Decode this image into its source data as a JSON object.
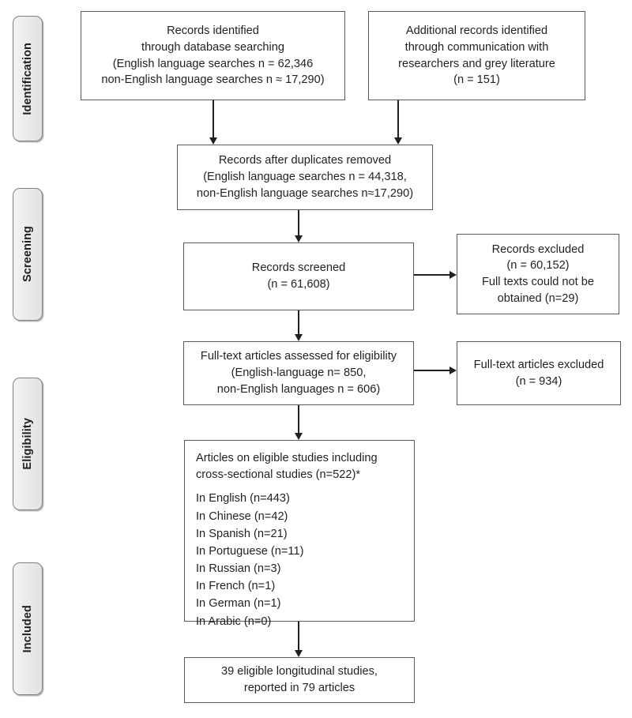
{
  "diagram": {
    "title": "PRISMA flow diagram of study selection",
    "type": "prisma-flow-diagram",
    "colors": {
      "box_border": "#58595b",
      "stage_border": "#808080",
      "stage_fill": "#ebebeb",
      "connector": "#231f20",
      "background": "#ffffff"
    }
  },
  "stages": [
    {
      "id": "identification",
      "label": "Identification"
    },
    {
      "id": "screening",
      "label": "Screening"
    },
    {
      "id": "eligibility",
      "label": "Eligibility"
    },
    {
      "id": "included",
      "label": "Included"
    }
  ],
  "boxes": {
    "records_identified_database": {
      "lines": [
        "Records identified",
        "through database searching",
        "(English language searches n = 62,346",
        "non-English language searches n ≈ 17,290)"
      ]
    },
    "records_identified_additional": {
      "lines": [
        "Additional records identified",
        "through communication with",
        "researchers and grey literature",
        "(n = 151)"
      ]
    },
    "records_after_duplicates": {
      "lines": [
        "Records after duplicates removed",
        "(English language searches n = 44,318,",
        "non-English language searches n≈17,290)"
      ]
    },
    "records_screened": {
      "lines": [
        "Records screened",
        "(n = 61,608)"
      ]
    },
    "records_excluded": {
      "lines": [
        "Records excluded",
        "(n = 60,152)",
        "Full texts could not be",
        "obtained (n=29)"
      ]
    },
    "fulltext_assessed": {
      "lines": [
        "Full-text articles assessed for eligibility",
        "(English-language n= 850,",
        "non-English languages n = 606)"
      ]
    },
    "fulltext_excluded": {
      "lines": [
        "Full-text articles excluded",
        "(n = 934)"
      ]
    },
    "eligible_articles": {
      "heading_lines": [
        "Articles on eligible studies including",
        "cross-sectional studies (n=522)*"
      ],
      "language_breakdown": [
        "In English (n=443)",
        "In Chinese (n=42)",
        "In Spanish (n=21)",
        "In Portuguese (n=11)",
        "In Russian (n=3)",
        "In French (n=1)",
        "In German (n=1)",
        "In Arabic (n=0)"
      ]
    },
    "final_included": {
      "lines": [
        "39 eligible longitudinal studies,",
        "reported in 79 articles"
      ]
    }
  },
  "chart_data": {
    "type": "diagram",
    "title": "PRISMA flow diagram",
    "nodes": [
      {
        "id": "records_identified_database",
        "stage": "Identification",
        "n_english": 62346,
        "n_non_english": 17290
      },
      {
        "id": "records_identified_additional",
        "stage": "Identification",
        "n": 151
      },
      {
        "id": "records_after_duplicates",
        "stage": "Identification",
        "n_english": 44318,
        "n_non_english": 17290
      },
      {
        "id": "records_screened",
        "stage": "Screening",
        "n": 61608
      },
      {
        "id": "records_excluded",
        "stage": "Screening",
        "n": 60152,
        "n_full_text_unobtainable": 29
      },
      {
        "id": "fulltext_assessed",
        "stage": "Eligibility",
        "n_english": 850,
        "n_non_english": 606
      },
      {
        "id": "fulltext_excluded",
        "stage": "Eligibility",
        "n": 934
      },
      {
        "id": "eligible_articles",
        "stage": "Eligibility",
        "n": 522,
        "languages": {
          "English": 443,
          "Chinese": 42,
          "Spanish": 21,
          "Portuguese": 11,
          "Russian": 3,
          "French": 1,
          "German": 1,
          "Arabic": 0
        }
      },
      {
        "id": "final_included",
        "stage": "Included",
        "n_studies": 39,
        "n_articles": 79
      }
    ],
    "edges": [
      {
        "from": "records_identified_database",
        "to": "records_after_duplicates"
      },
      {
        "from": "records_identified_additional",
        "to": "records_after_duplicates"
      },
      {
        "from": "records_after_duplicates",
        "to": "records_screened"
      },
      {
        "from": "records_screened",
        "to": "records_excluded"
      },
      {
        "from": "records_screened",
        "to": "fulltext_assessed"
      },
      {
        "from": "fulltext_assessed",
        "to": "fulltext_excluded"
      },
      {
        "from": "fulltext_assessed",
        "to": "eligible_articles"
      },
      {
        "from": "eligible_articles",
        "to": "final_included"
      }
    ]
  }
}
